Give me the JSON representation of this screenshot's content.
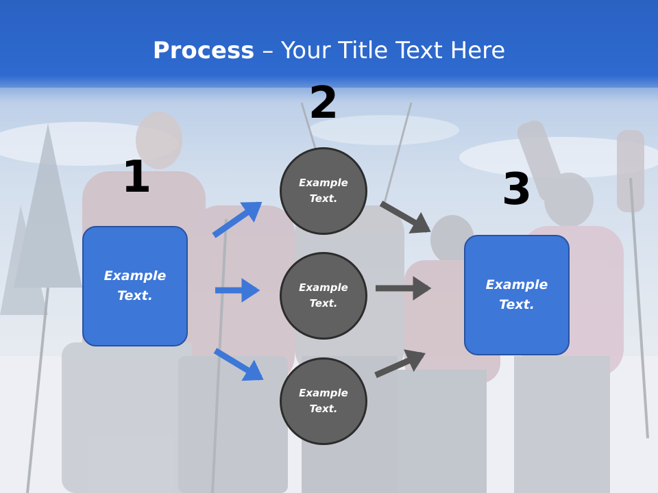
{
  "slide": {
    "title_bold": "Process",
    "title_rest": " – Your Title Text Here",
    "step_numbers": [
      "1",
      "2",
      "3"
    ],
    "left_box": {
      "label": "Example\nText."
    },
    "right_box": {
      "label": "Example\nText."
    },
    "circles": [
      {
        "label": "Example\nText."
      },
      {
        "label": "Example\nText."
      },
      {
        "label": "Example\nText."
      }
    ]
  },
  "colors": {
    "title_bar": "#2e6ad0",
    "box_fill": "#3d77d8",
    "circle_fill": "#616161",
    "arrow_blue": "#3d77d8",
    "arrow_gray": "#555555"
  }
}
